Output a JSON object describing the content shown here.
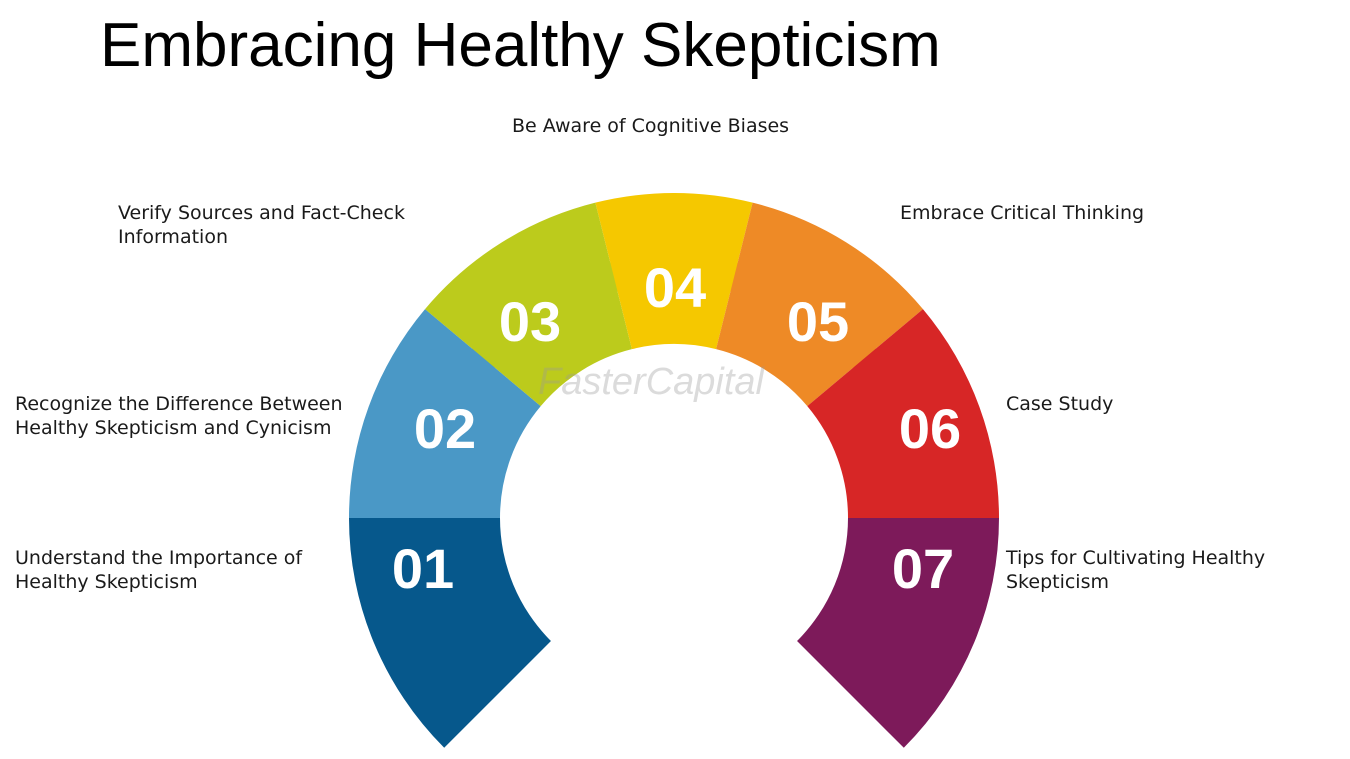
{
  "title": "Embracing Healthy Skepticism",
  "watermark": "FasterCapital",
  "steps": [
    {
      "number": "01",
      "label": "Understand the Importance of Healthy Skepticism",
      "color": "#06588c"
    },
    {
      "number": "02",
      "label": "Recognize the Difference Between Healthy Skepticism and Cynicism",
      "color": "#4a98c6"
    },
    {
      "number": "03",
      "label": "Verify Sources and Fact-Check Information",
      "color": "#bccb1c"
    },
    {
      "number": "04",
      "label": "Be Aware of Cognitive Biases",
      "color": "#f5c800"
    },
    {
      "number": "05",
      "label": "Embrace Critical Thinking",
      "color": "#ee8a26"
    },
    {
      "number": "06",
      "label": "Case Study",
      "color": "#d72626"
    },
    {
      "number": "07",
      "label": "Tips for Cultivating Healthy Skepticism",
      "color": "#7d1a5a"
    }
  ]
}
